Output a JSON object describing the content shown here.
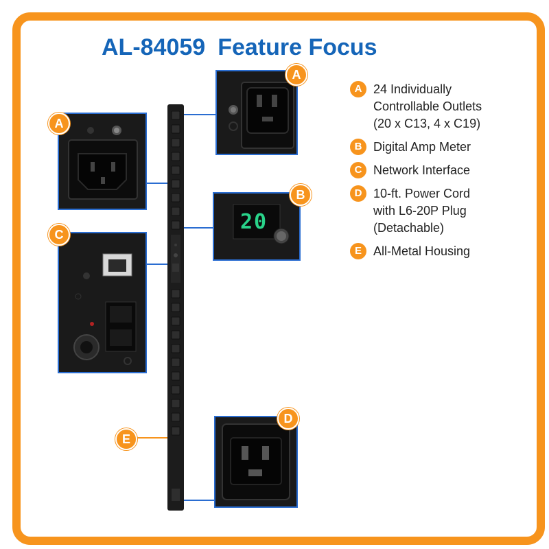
{
  "title": {
    "model": "AL-84059",
    "subtitle": "Feature Focus"
  },
  "colors": {
    "accent": "#f7941d",
    "title": "#1565b8",
    "connector": "#2a6dd1",
    "display": "#29d38a"
  },
  "legend": [
    {
      "badge": "A",
      "text": "24 Individually\nControllable Outlets\n(20 x C13, 4 x C19)"
    },
    {
      "badge": "B",
      "text": "Digital Amp Meter"
    },
    {
      "badge": "C",
      "text": "Network Interface"
    },
    {
      "badge": "D",
      "text": "10-ft. Power Cord\nwith L6-20P Plug\n(Detachable)"
    },
    {
      "badge": "E",
      "text": "All-Metal Housing"
    }
  ],
  "callouts": {
    "a_top": "A",
    "a_left": "A",
    "b": "B",
    "c": "C",
    "d": "D",
    "e": "E"
  },
  "meter": {
    "value": "20"
  },
  "icons": [
    "c19-outlet-icon",
    "c13-outlet-icon",
    "rj45-port-icon",
    "dual-rj45-port-icon",
    "epo-port-icon",
    "c20-inlet-icon",
    "knob-icon"
  ]
}
